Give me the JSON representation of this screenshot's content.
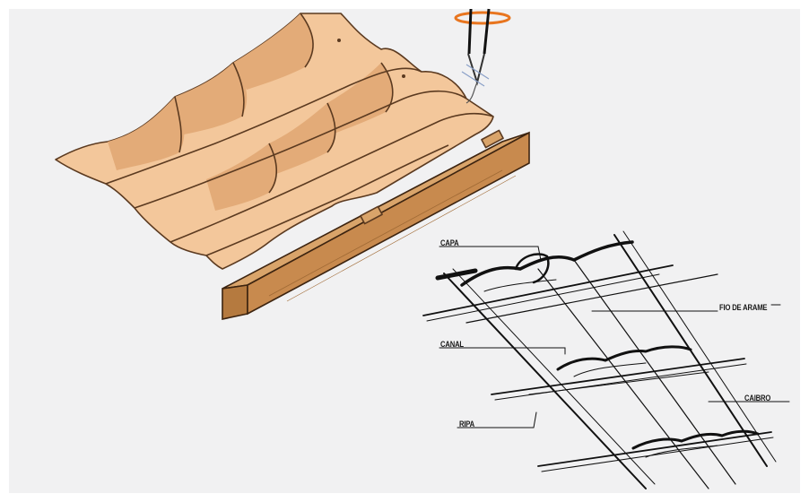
{
  "labels": {
    "capa": "CAPA",
    "fio_de_arame": "FIO DE ARAME",
    "canal": "CANAL",
    "caibro": "CAIBRO",
    "ripa": "RIPA"
  },
  "colors": {
    "tile_fill": "#f3c79b",
    "tile_shade": "#e3ab78",
    "tile_outline": "#5b3a20",
    "wood_fill": "#c88a4e",
    "wood_top": "#d9a46a",
    "wood_side": "#9c6430",
    "wire_accent": "#e8751f",
    "line_dark": "#111111",
    "background": "#f1f1f2"
  },
  "icons": [
    "wire-tool-icon"
  ]
}
